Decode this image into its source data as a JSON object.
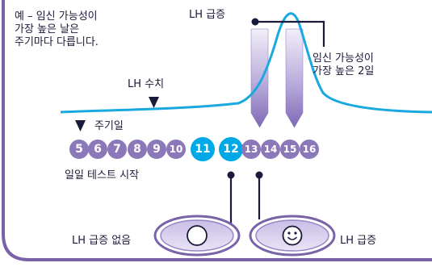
{
  "example_note": [
    "예 – 임신 가능성이",
    "가장 높은 날은",
    "주기마다 다릅니다."
  ],
  "lh_surge_label": "LH 급증",
  "peak_fertility": [
    "임신 가능성이",
    "가장 높은 2일"
  ],
  "lh_level_label": "LH 수치",
  "cycle_day_label": "주기일",
  "test_start_label": "일일 테스트 시작",
  "no_surge_result": "LH 급증 없음",
  "surge_result": "LH 급증",
  "days": [
    {
      "number": "5"
    },
    {
      "number": "6"
    },
    {
      "number": "7"
    },
    {
      "number": "8"
    },
    {
      "number": "9"
    },
    {
      "number": "10"
    },
    {
      "number": "11",
      "highlight": true
    },
    {
      "number": "12",
      "highlight": true
    },
    {
      "number": "13"
    },
    {
      "number": "14"
    },
    {
      "number": "15"
    },
    {
      "number": "16"
    }
  ],
  "colors": {
    "day_circle": "#8a78b8",
    "day_highlight": "#00a9e6",
    "lh_curve": "#1aa8e0",
    "frame": "#7a62a8",
    "peak_bar": "#9a86c6"
  }
}
